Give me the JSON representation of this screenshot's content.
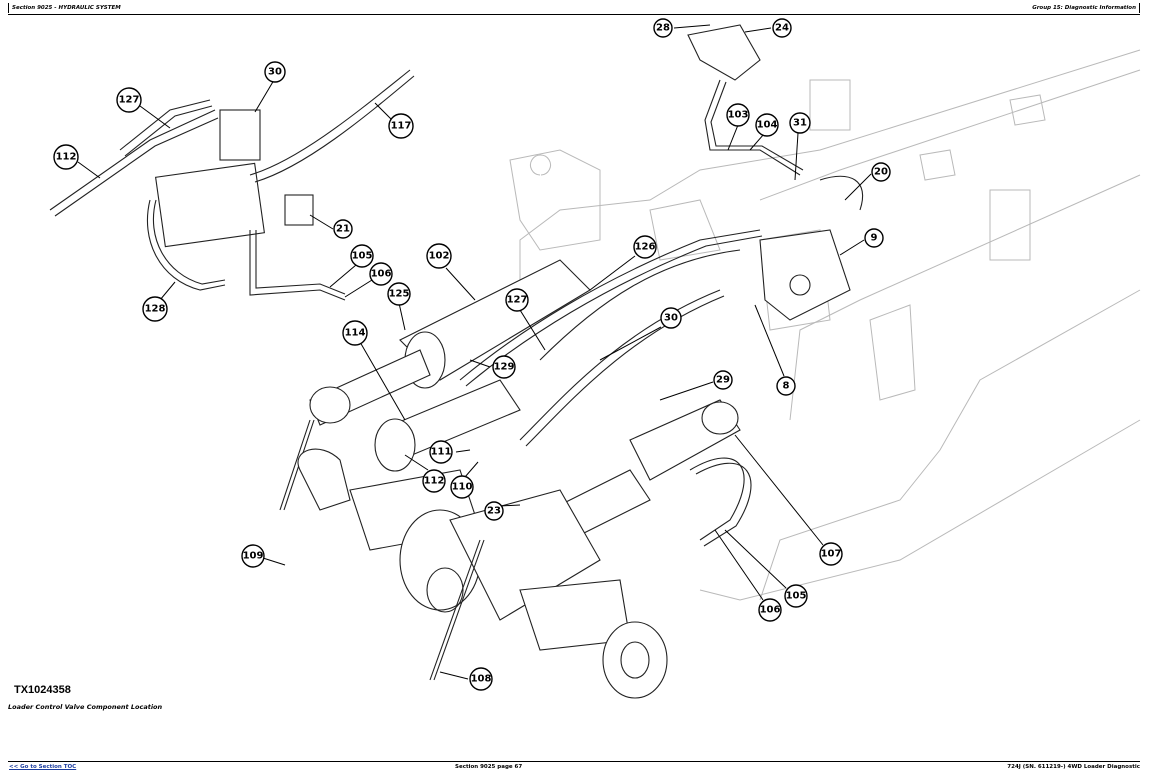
{
  "header": {
    "left": "Section 9025 - HYDRAULIC SYSTEM",
    "right": "Group 15: Diagnostic Information"
  },
  "figure": {
    "id": "TX1024358",
    "caption": "Loader Control Valve Component Location",
    "callouts": [
      {
        "label": "28"
      },
      {
        "label": "24"
      },
      {
        "label": "30"
      },
      {
        "label": "127"
      },
      {
        "label": "117"
      },
      {
        "label": "112"
      },
      {
        "label": "103"
      },
      {
        "label": "104"
      },
      {
        "label": "31"
      },
      {
        "label": "20"
      },
      {
        "label": "21"
      },
      {
        "label": "9"
      },
      {
        "label": "102"
      },
      {
        "label": "105"
      },
      {
        "label": "106"
      },
      {
        "label": "126"
      },
      {
        "label": "125"
      },
      {
        "label": "128"
      },
      {
        "label": "127"
      },
      {
        "label": "30"
      },
      {
        "label": "114"
      },
      {
        "label": "129"
      },
      {
        "label": "8"
      },
      {
        "label": "29"
      },
      {
        "label": "111"
      },
      {
        "label": "112"
      },
      {
        "label": "110"
      },
      {
        "label": "23"
      },
      {
        "label": "109"
      },
      {
        "label": "107"
      },
      {
        "label": "105"
      },
      {
        "label": "106"
      },
      {
        "label": "108"
      }
    ]
  },
  "footer": {
    "left_link": "<< Go to Section TOC",
    "middle": "Section 9025 page 67",
    "right": "724J (SN. 611219-) 4WD Loader Diagnostic"
  }
}
